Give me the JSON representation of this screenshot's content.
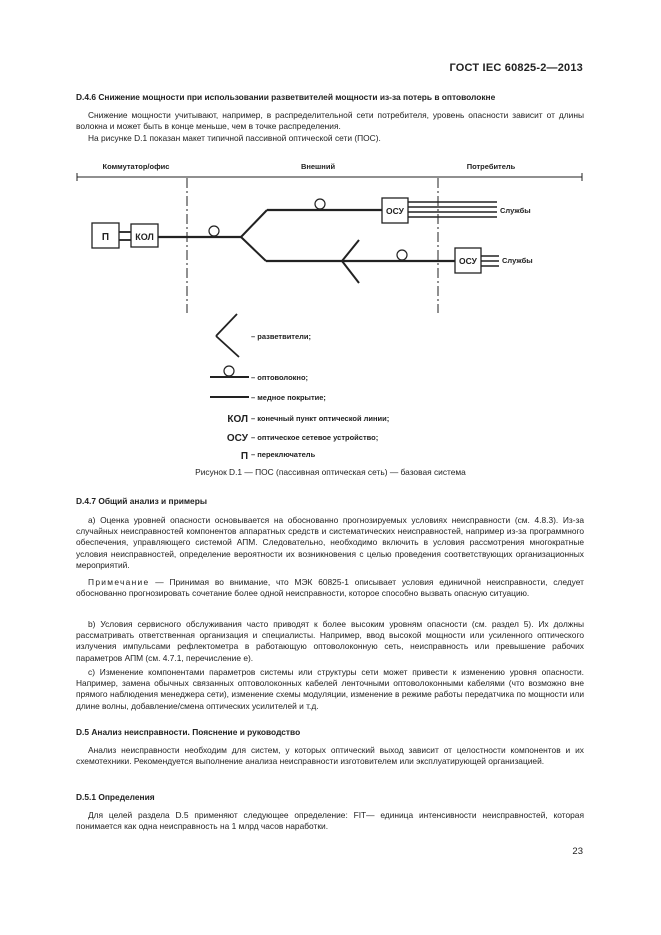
{
  "header": {
    "standard": "ГОСТ IEC 60825-2—2013"
  },
  "d46": {
    "heading": "D.4.6 Снижение мощности при использовании разветвителей мощности из-за потерь в оптоволокне",
    "p1": "Снижение мощности учитывают, например, в распределительной сети потребителя, уровень опасности зависит от длины волокна и может быть в конце меньше, чем в точке распределения.",
    "p2": "На рисунке D.1 показан макет типичной пассивной оптической сети (ПОС)."
  },
  "figure": {
    "zones": {
      "left": "Коммутатор/офис",
      "middle": "Внешний",
      "right": "Потребитель"
    },
    "boxes": {
      "switch": "П",
      "kol": "КОЛ",
      "osu_top": "ОСУ",
      "osu_bottom": "ОСУ"
    },
    "services_top": "Службы",
    "services_bottom": "Службы",
    "legend": {
      "splitters": "– разветвители;",
      "fiber": "– оптоволокно;",
      "copper": "– медное покрытие;",
      "kol_symbol": "КОЛ",
      "kol_text": "– конечный пункт оптической линии;",
      "osu_symbol": "ОСУ",
      "osu_text": "– оптическое сетевое устройство;",
      "p_symbol": "П",
      "p_text": "– переключатель"
    },
    "caption": "Рисунок D.1 — ПОС (пассивная оптическая сеть) — базовая система"
  },
  "d47": {
    "heading": "D.4.7 Общий анализ и примеры",
    "a": "а) Оценка уровней опасности основывается на обоснованно прогнозируемых условиях неисправности (см. 4.8.3). Из-за случайных неисправностей компонентов аппаратных средств и систематических неисправностей, например из-за программного обеспечения, управляющего системой АПМ. Следовательно, необходимо включить в условия рассмотрения многократные условия неисправностей, определение вероятности их возникновения с целью проведения соответствующих организационных мероприятий.",
    "note_label": "Примечание",
    "note_text": " — Принимая во внимание, что МЭК 60825-1 описывает условия единичной неисправности, следует обоснованно прогнозировать сочетание более одной неисправности, которое способно вызвать опасную ситуацию.",
    "b": "b) Условия сервисного обслуживания часто приводят к более высоким уровням опасности (см. раздел 5). Их должны рассматривать ответственная организация и специалисты. Например, ввод высокой мощности или усиленного оптического излучения импульсами рефлектометра в работающую оптоволоконную сеть, неисправность или превышение рабочих параметров АПМ (см. 4.7.1, перечисление е).",
    "c": "с) Изменение компонентами параметров системы или структуры сети может привести к изменению уровня опасности. Например, замена обычных связанных оптоволоконных кабелей ленточными оптоволоконными кабелями (что возможно вне прямого наблюдения менеджера сети), изменение схемы модуляции, изменение в режиме работы передатчика по мощности или длине волны, добавление/смена оптических усилителей и т.д."
  },
  "d5": {
    "heading": "D.5 Анализ неисправности. Пояснение и руководство",
    "p": "Анализ неисправности необходим для систем, у которых оптический выход зависит от целостности компонентов и их схемотехники. Рекомендуется выполнение анализа неисправности изготовителем или эксплуатирующей организацией."
  },
  "d51": {
    "heading": "D.5.1 Определения",
    "p": "Для целей раздела D.5 применяют следующее определение: FIT— единица интенсивности неисправностей, которая понимается как одна неисправность на 1 млрд часов наработки."
  },
  "page_number": "23"
}
